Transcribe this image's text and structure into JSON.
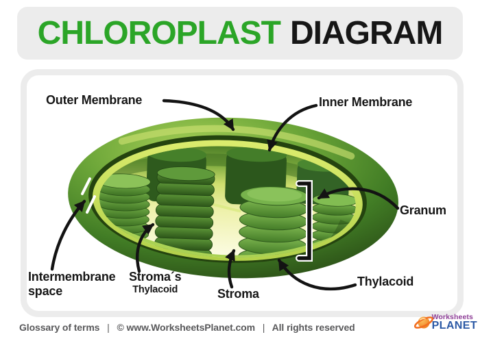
{
  "title": {
    "green_word": "CHLOROPLAST",
    "black_word": "DIAGRAM"
  },
  "diagram": {
    "subject": "chloroplast cross-section",
    "labels": {
      "outer_membrane": "Outer Membrane",
      "inner_membrane": "Inner Membrane",
      "granum": "Granum",
      "intermembrane_line1": "Intermembrane",
      "intermembrane_line2": "space",
      "stromas_thylacoid_line1": "Stroma´s",
      "stromas_thylacoid_line2": "Thylacoid",
      "stroma": "Stroma",
      "thylacoid": "Thylacoid"
    }
  },
  "footer": {
    "glossary": "Glossary of terms",
    "separator": "|",
    "copyright": "© www.WorksheetsPlanet.com",
    "rights": "All rights reserved"
  },
  "logo": {
    "line1": "Worksheets",
    "line2": "PLANET"
  },
  "colors": {
    "title_green": "#2BA527",
    "title_black": "#161616",
    "title_bar_bg": "#ECECEC",
    "card_border": "#ECECEC",
    "label_text": "#161616",
    "footer_text": "#58585A",
    "logo_purple": "#8E3F97",
    "logo_blue": "#2B59A5",
    "logo_orange": "#F7941D",
    "shell_light_green": "#9CC94F",
    "shell_dark_green": "#2A4D16",
    "inner_band_yellow_green": "#C9DE55",
    "stroma_cream": "#F5F7C9",
    "granum_disc_green": "#5F9E3C"
  }
}
